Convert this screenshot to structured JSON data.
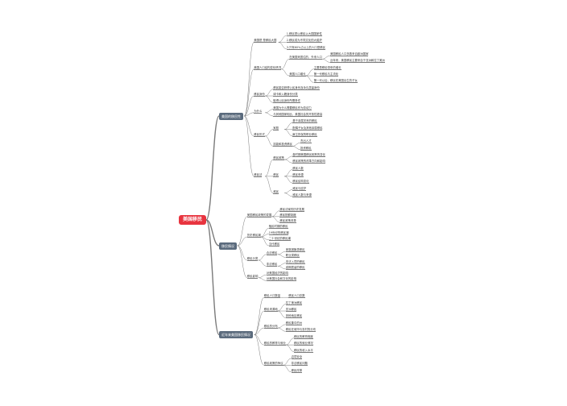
{
  "root": "美国移民",
  "branches": [
    {
      "label": "美国的移民性",
      "items": [
        {
          "label": "美国是 是移民大国",
          "children": [
            "1.移民是以移民以大国国家性",
            "2.移民成为不同文化的大熔炉",
            "3.只有60%占以上的人口是移民"
          ]
        },
        {
          "label": "美国人口结构变化情况",
          "children": [
            {
              "label": "在美国来居住的，外来人口",
              "children": [
                "美国移民人口多数来自欧洲国家",
                "近年来，美国移民主要来自于亚洲和拉丁美洲"
              ]
            },
            {
              "label": "美国人口增长",
              "children": [
                "主要是移民带来的增长",
                "第一代移民与主流化",
                "第一代以后，移民在美国出生的子女"
              ]
            }
          ]
        },
        {
          "label": "移民身份",
          "children": [
            "移民能否获得公民身份及永久居留身份",
            "绿卡和入籍身份分类",
            "取得公民身份所需条件"
          ]
        },
        {
          "label": "为什么",
          "children": [
            "美国为什么需要移民作为劳动力",
            "与其他国家相比，美国社会的开放性更高"
          ]
        },
        {
          "label": "移民形式",
          "children": [
            {
              "label": "家庭",
              "children": [
                "基于亲属关系的移民",
                "配偶子女及其他亲属移民",
                "雇主担保的职业移民"
              ]
            },
            {
              "label": "技能和投资移民",
              "children": [
                "杰出人才",
                "投资移民"
              ]
            }
          ]
        },
        {
          "label": "移民法",
          "children": [
            {
              "label": "移民政策",
              "children": [
                "各时期美国移民政策的变化",
                "移民政策的改革方向和影响"
              ]
            },
            {
              "label": "移民",
              "children": [
                "移民人数",
                "移民来源",
                "移民结构变化"
              ]
            },
            {
              "label": "难民",
              "children": [
                "难民与庇护",
                "难民人数与来源"
              ]
            }
          ]
        }
      ]
    },
    {
      "label": "移民情况",
      "items": [
        {
          "label": "美国移民政策的发展",
          "children": [
            "移民法案的历史发展",
            "移民配额制度",
            "移民政策改革"
          ]
        },
        {
          "label": "历史移民潮",
          "children": [
            "殖民时期的移民",
            "19世纪的移民潮",
            "二十世纪的移民潮",
            "当代移民"
          ]
        },
        {
          "label": "移民分类",
          "children": [
            {
              "label": "合法移民",
              "children": [
                "家庭团聚类移民",
                "职业类移民"
              ]
            },
            {
              "label": "非法移民",
              "children": [
                "非法入境的移民",
                "逾期居留的移民"
              ]
            }
          ]
        },
        {
          "label": "移民影响",
          "children": [
            "对美国经济的影响",
            "对美国社会和文化的影响"
          ]
        }
      ]
    },
    {
      "label": "近年来美国移民情况",
      "items": [
        {
          "label": "移民人口数量",
          "children": [
            "移民人口总数"
          ]
        },
        {
          "label": "移民来源地",
          "children": [
            "拉丁美洲移民",
            "亚洲移民",
            "其他地区移民"
          ]
        },
        {
          "label": "移民的分布",
          "children": [
            "移民集中的州",
            "移民在城市与农村的分布"
          ]
        },
        {
          "label": "移民的教育与就业",
          "children": [
            "移民的教育程度",
            "移民的就业情况",
            "移民的收入水平"
          ]
        },
        {
          "label": "移民政策的争议",
          "children": [
            "边境安全",
            "非法移民问题",
            "移民改革"
          ]
        }
      ]
    }
  ],
  "colors": {
    "root": "#e8343f",
    "branch": "#5b6b7d",
    "line": "#7a7a7a"
  }
}
